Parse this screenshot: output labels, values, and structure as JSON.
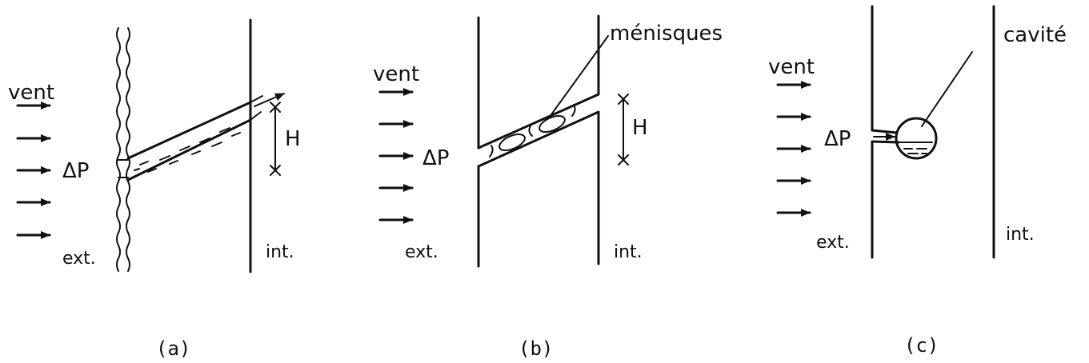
{
  "panels": {
    "a": {
      "wind": "vent",
      "pressure": "ΔP",
      "exterior": "ext.",
      "interior": "int.",
      "height": "H",
      "caption": "(a)"
    },
    "b": {
      "wind": "vent",
      "pressure": "ΔP",
      "exterior": "ext.",
      "interior": "int.",
      "height": "H",
      "menisci": "ménisques",
      "caption": "(b)"
    },
    "c": {
      "wind": "vent",
      "pressure": "ΔP",
      "exterior": "ext.",
      "interior": "int.",
      "cavity": "cavité",
      "caption": "(c)"
    }
  }
}
